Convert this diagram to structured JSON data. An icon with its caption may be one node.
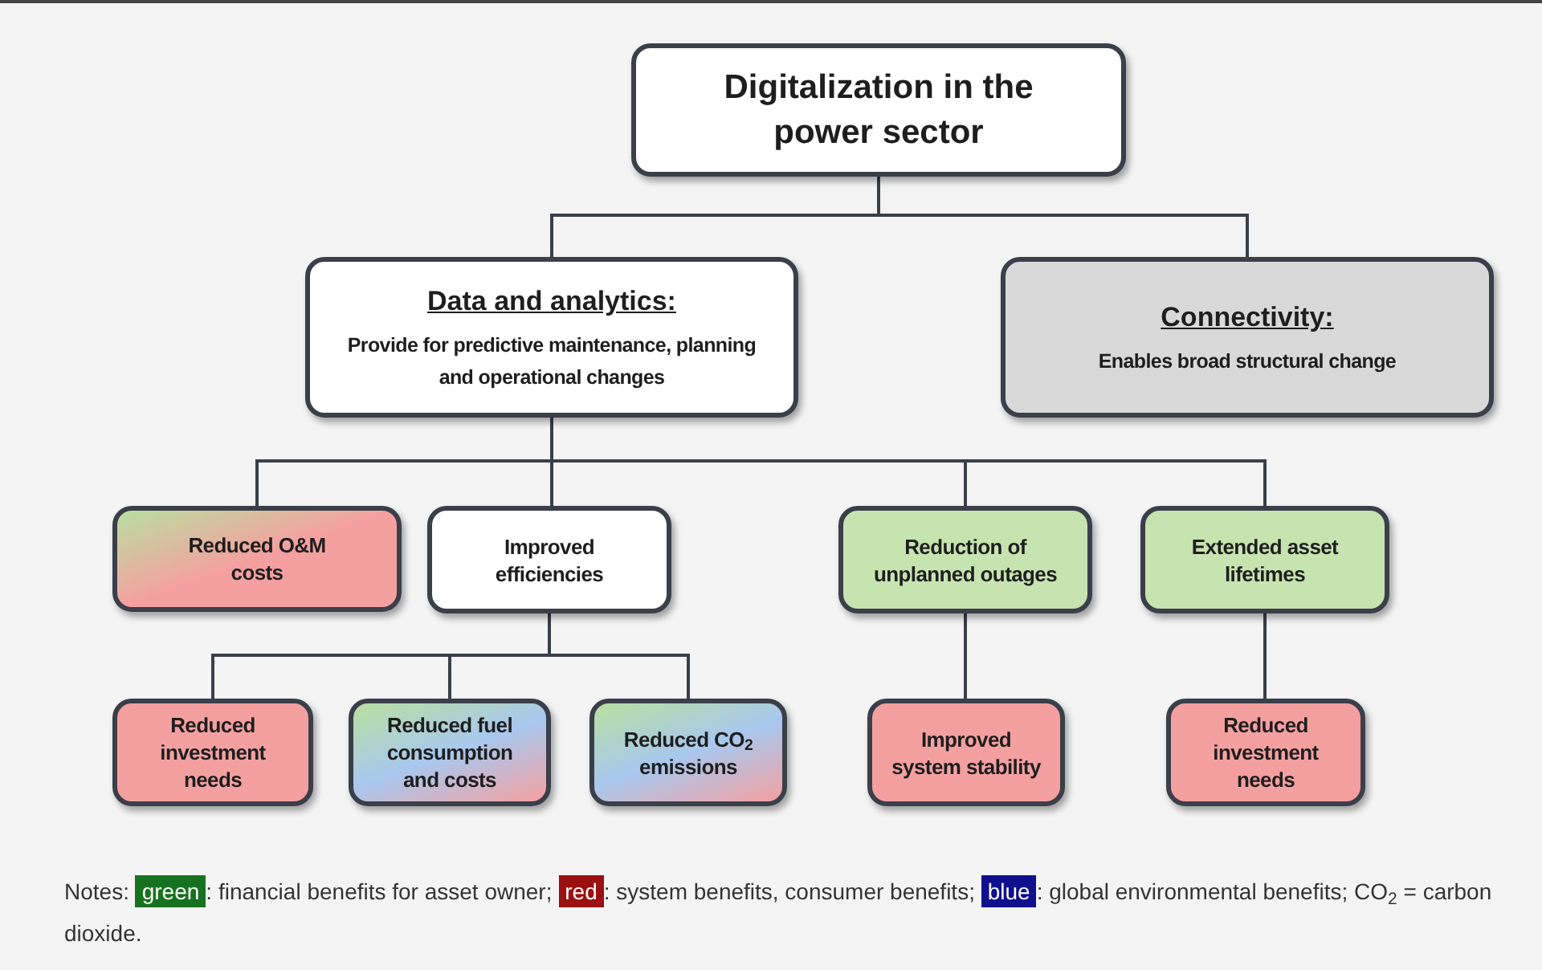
{
  "diagram": {
    "nodes": [
      {
        "text": [
          "Digitalization in the power sector"
        ]
      },
      {
        "text": [
          "Data and analytics:",
          "Provide for predictive maintenance, planning and operational changes"
        ]
      },
      {
        "text": [
          "Connectivity:",
          "Enables broad structural change"
        ]
      },
      {
        "text": [
          "Reduced O&M costs"
        ]
      },
      {
        "text": [
          "Improved efficiencies"
        ]
      },
      {
        "text": [
          "Reduction of unplanned outages"
        ]
      },
      {
        "text": [
          "Extended asset lifetimes"
        ]
      },
      {
        "text": [
          "Reduced investment needs"
        ]
      },
      {
        "text": [
          "Reduced fuel consumption and costs"
        ]
      },
      {
        "text": [
          "Reduced CO$_{2}$ emissions"
        ]
      },
      {
        "text": [
          "Improved system stability"
        ]
      },
      {
        "text": [
          "Reduced investment needs"
        ]
      }
    ],
    "edges": [
      {
        "from": 0,
        "to": 1,
        "arrow": "none"
      },
      {
        "from": 0,
        "to": 2,
        "arrow": "none"
      },
      {
        "from": 1,
        "to": 3,
        "arrow": "none"
      },
      {
        "from": 1,
        "to": 4,
        "arrow": "none"
      },
      {
        "from": 1,
        "to": 5,
        "arrow": "none"
      },
      {
        "from": 1,
        "to": 6,
        "arrow": "none"
      },
      {
        "from": 4,
        "to": 7,
        "arrow": "none"
      },
      {
        "from": 4,
        "to": 8,
        "arrow": "none"
      },
      {
        "from": 4,
        "to": 9,
        "arrow": "none"
      },
      {
        "from": 5,
        "to": 10,
        "arrow": "none"
      },
      {
        "from": 6,
        "to": 11,
        "arrow": "none"
      }
    ],
    "labels": [
      "Notes:",
      ": financial benefits for asset owner;",
      ": system benefits, consumer benefits;",
      ": global environmental benefits; CO$_{2}$ = carbon dioxide."
    ],
    "legend": [
      {
        "text": "green",
        "color": "#17721f"
      },
      {
        "text": "red",
        "color": "#9b1010"
      },
      {
        "text": "blue",
        "color": "#10108f"
      }
    ]
  }
}
